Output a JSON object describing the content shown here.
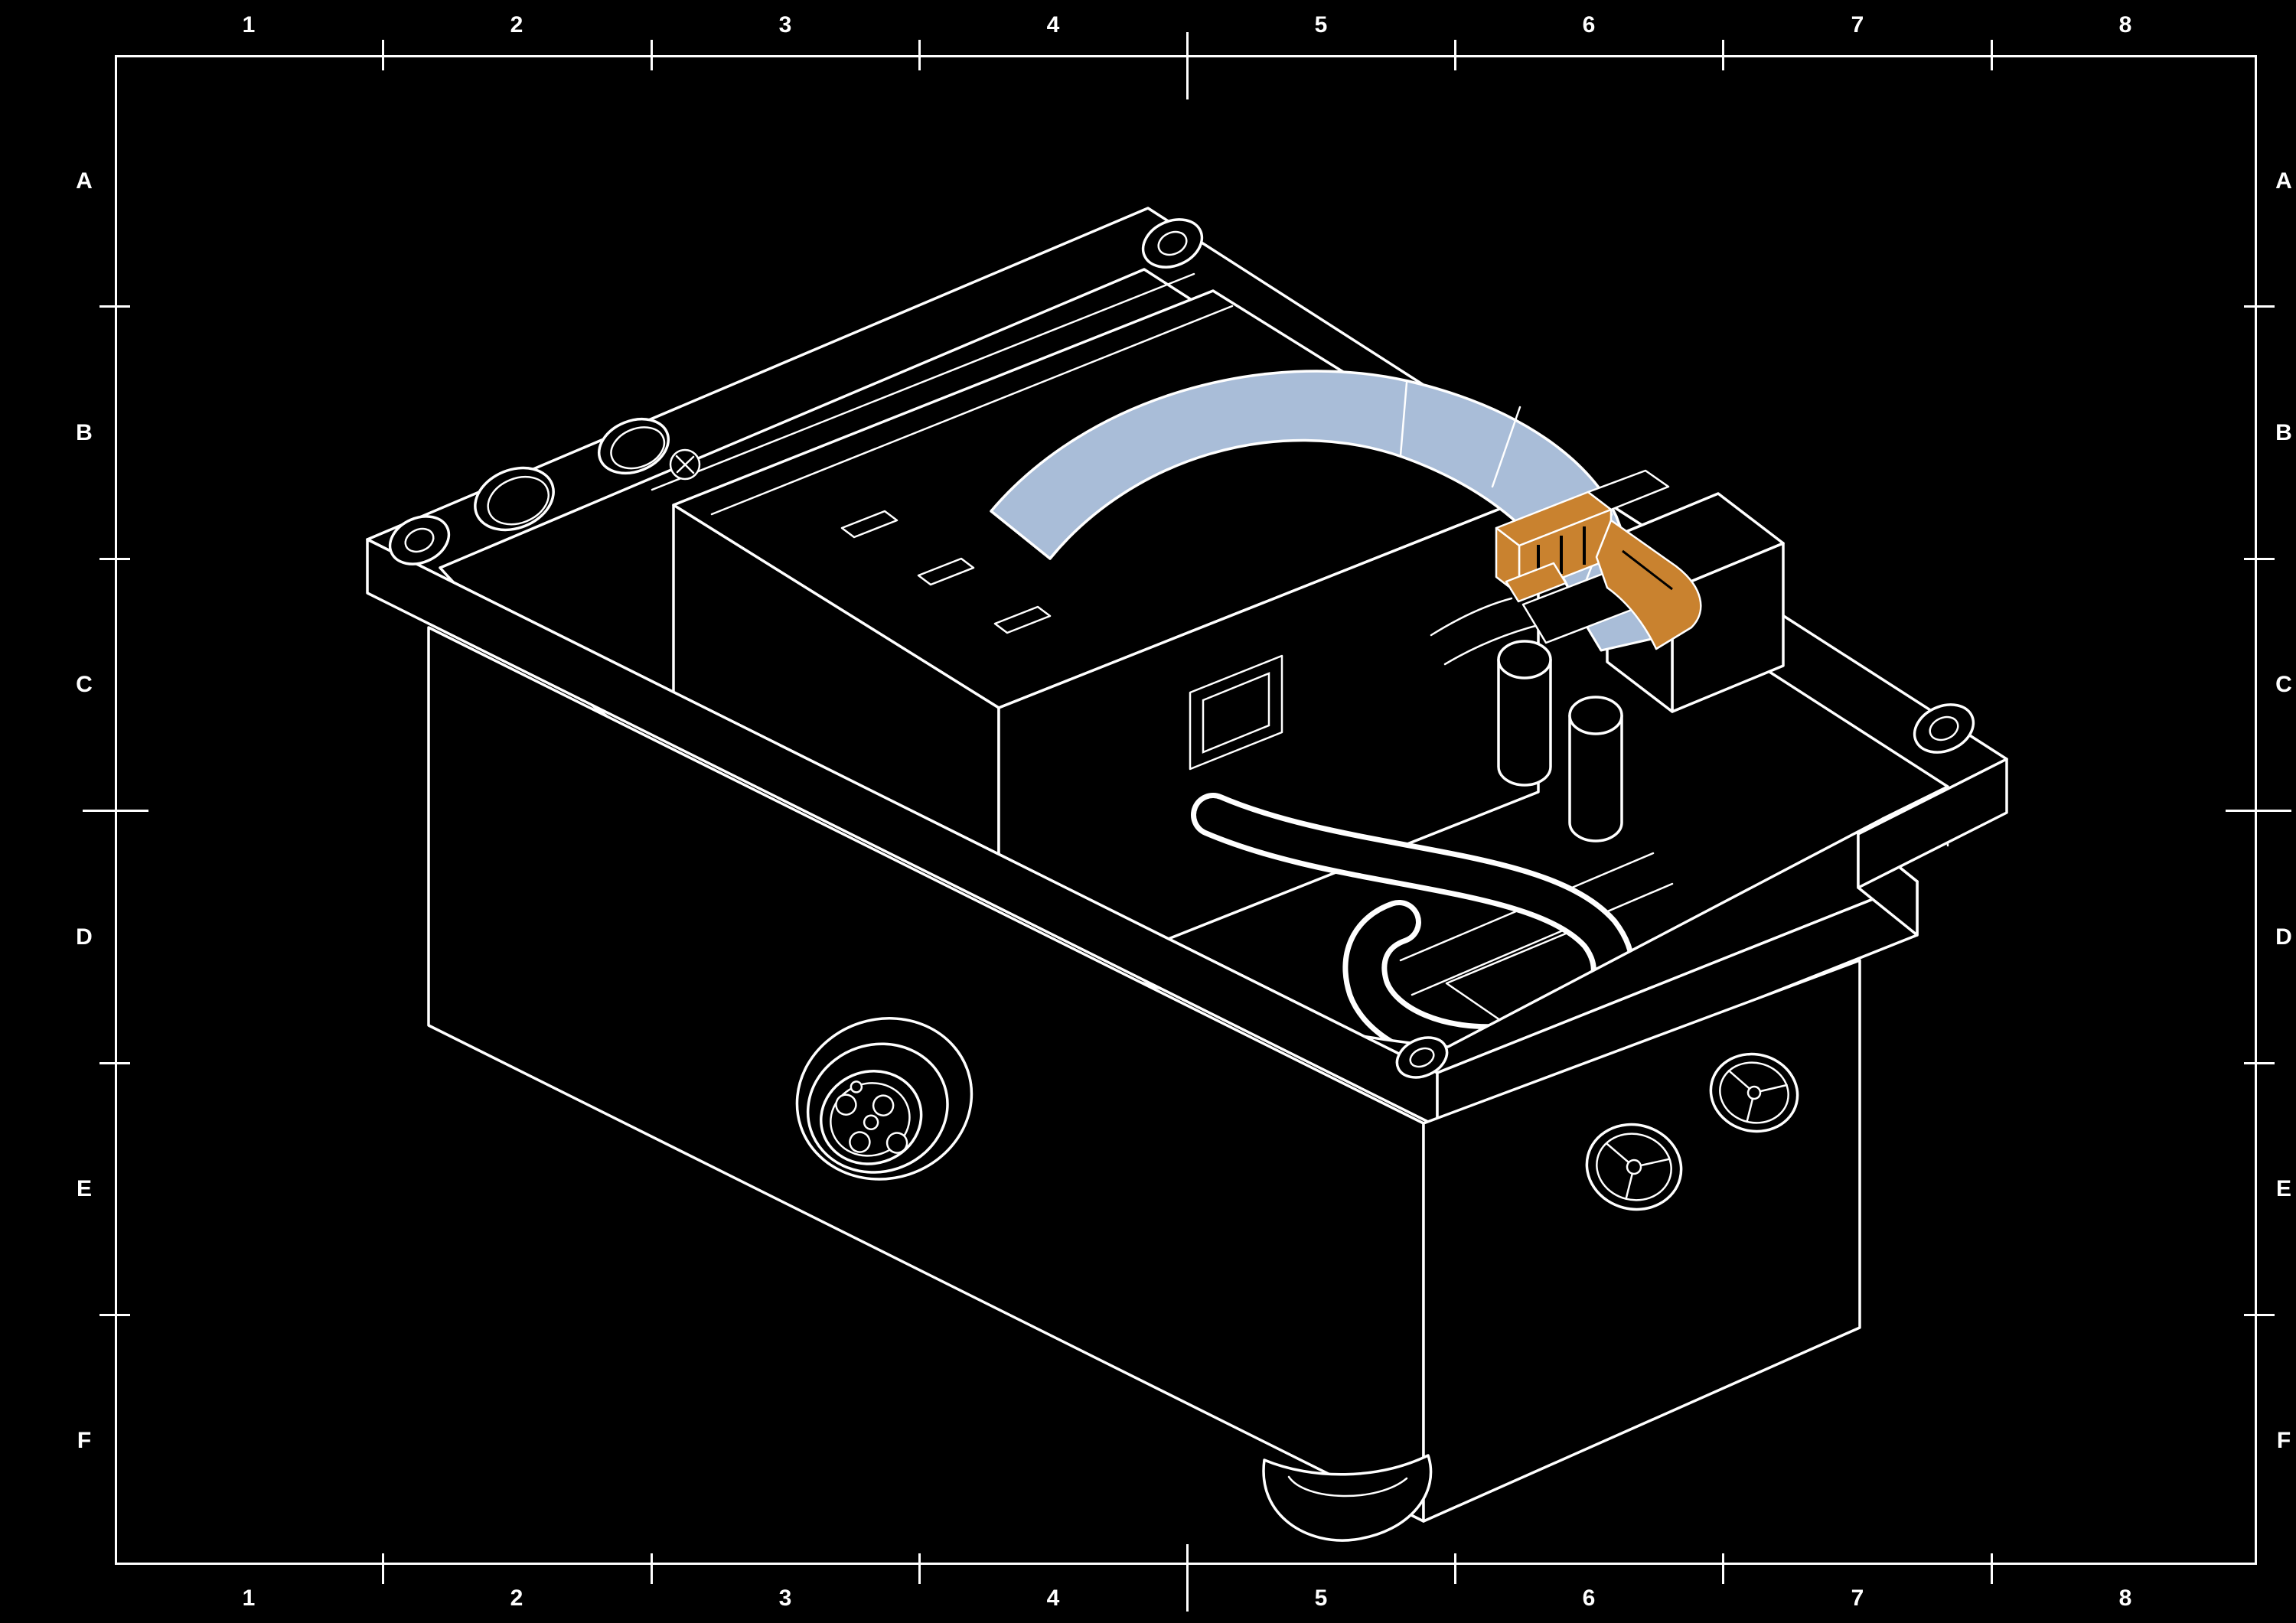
{
  "frame": {
    "columns": [
      "1",
      "2",
      "3",
      "4",
      "5",
      "6",
      "7",
      "8"
    ],
    "rows": [
      "A",
      "B",
      "C",
      "D",
      "E",
      "F"
    ]
  },
  "colors": {
    "background": "#000000",
    "line": "#ffffff",
    "ribbon_cable_highlight": "#a9bdd8",
    "connector_highlight": "#c9822f"
  }
}
